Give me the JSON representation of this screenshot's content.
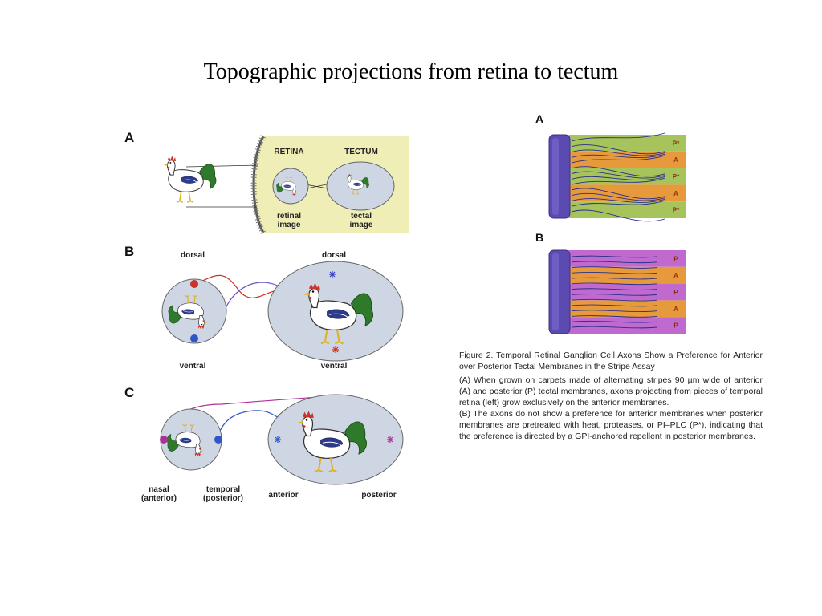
{
  "title": "Topographic projections from retina to tectum",
  "left_figure": {
    "panel_a": {
      "letter": "A",
      "retina_label": "RETINA",
      "tectum_label": "TECTUM",
      "retinal_image_label": "retinal\nimage",
      "tectal_image_label": "tectal\nimage"
    },
    "panel_b": {
      "letter": "B",
      "dorsal_left": "dorsal",
      "dorsal_right": "dorsal",
      "ventral_left": "ventral",
      "ventral_right": "ventral"
    },
    "panel_c": {
      "letter": "C",
      "nasal": "nasal\n(anterior)",
      "temporal": "temporal\n(posterior)",
      "anterior": "anterior",
      "posterior": "posterior"
    }
  },
  "right_figure": {
    "panel_a": {
      "letter": "A",
      "stripes": [
        "P*",
        "A",
        "P*",
        "A",
        "P*"
      ]
    },
    "panel_b": {
      "letter": "B",
      "stripes": [
        "P",
        "A",
        "P",
        "A",
        "P"
      ]
    },
    "caption": {
      "title": "Figure 2. Temporal Retinal Ganglion Cell Axons Show a Preference for Anterior over Posterior Tectal Membranes in the Stripe Assay",
      "para_a": "(A) When grown on carpets made of alternating stripes 90 µm wide of anterior (A) and posterior (P) tectal membranes, axons projecting from pieces of temporal retina (left) grow exclusively on the anterior membranes.",
      "para_b": "(B) The axons do not show a preference for anterior membranes when posterior membranes are pretreated with heat, proteases, or PI–PLC (P*), indicating that the preference is directed by a GPI-anchored repellent in posterior membranes."
    }
  },
  "colors": {
    "disc_fill": "#cdd6e2",
    "panel_a_bg": "#eeeeb6",
    "stripe_green": "#a6c35c",
    "stripe_orange": "#e79a3b",
    "stripe_magenta": "#c06ad0",
    "retina_block": "#5b4bb0",
    "axon": "#2a2f8a",
    "red_dot": "#c8342a",
    "blue_dot": "#2f56c8",
    "magenta_dot": "#b0309a",
    "rooster_green": "#2f7a2a"
  }
}
